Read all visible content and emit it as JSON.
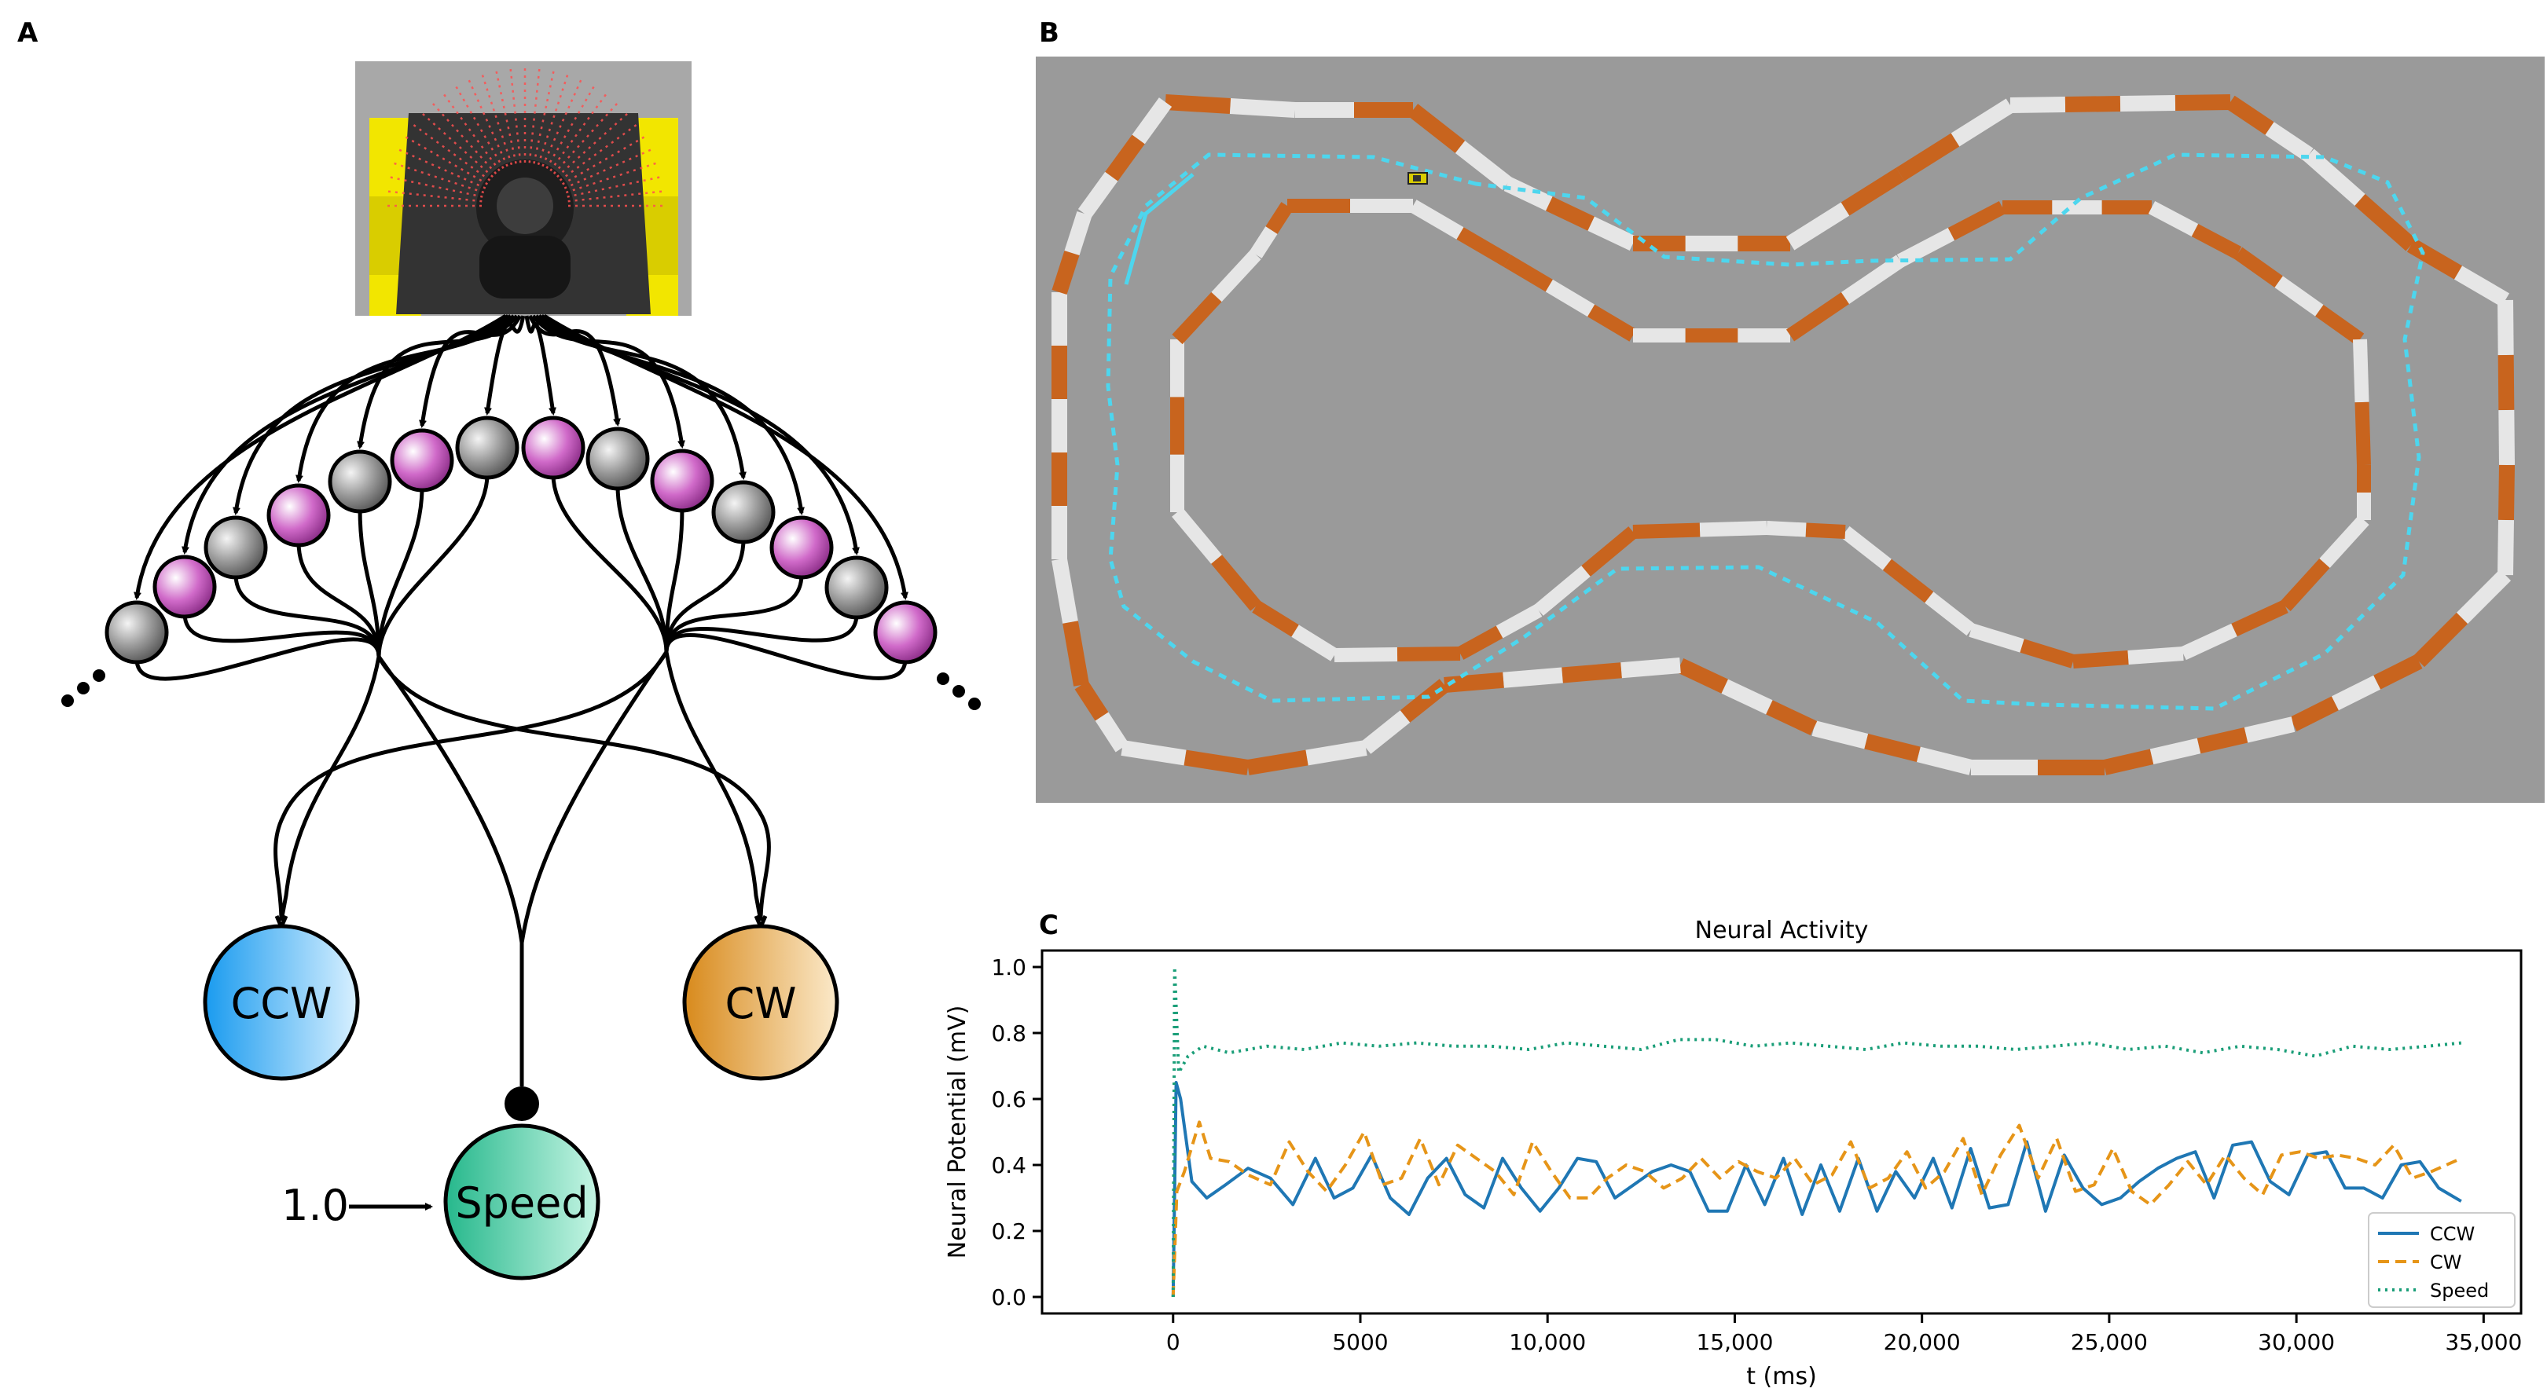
{
  "panels": {
    "a_label": "A",
    "b_label": "B",
    "c_label": "C"
  },
  "network": {
    "ccw_label": "CCW",
    "cw_label": "CW",
    "speed_label": "Speed",
    "bias_input": "1.0",
    "neuron_colors": {
      "excitatory": "#b94fb5",
      "inhibitory": "#8c8c8c",
      "ccw": "#36aaf0",
      "cw": "#e0a030",
      "speed": "#3cc89e"
    }
  },
  "track": {
    "background": "#9a9a9a",
    "barrier_orange": "#c8641e",
    "barrier_white": "#e6e6e6",
    "path_color": "#4dd6ee"
  },
  "chart_data": {
    "type": "line",
    "title": "Neural Activity",
    "xlabel": "t (ms)",
    "ylabel": "Neural Potential (mV)",
    "xlim": [
      -3500,
      36000
    ],
    "ylim": [
      -0.05,
      1.05
    ],
    "xticks": [
      0,
      5000,
      10000,
      15000,
      20000,
      25000,
      30000,
      35000
    ],
    "xtick_labels": [
      "0",
      "5000",
      "10,000",
      "15,000",
      "20,000",
      "25,000",
      "30,000",
      "35,000"
    ],
    "yticks": [
      0.0,
      0.2,
      0.4,
      0.6,
      0.8,
      1.0
    ],
    "ytick_labels": [
      "0.0",
      "0.2",
      "0.4",
      "0.6",
      "0.8",
      "1.0"
    ],
    "legend_position": "lower-right",
    "series": [
      {
        "name": "CCW",
        "color": "#1f77b4",
        "style": "solid",
        "x": [
          0,
          80,
          200,
          500,
          900,
          1400,
          2000,
          2600,
          3200,
          3800,
          4300,
          4800,
          5300,
          5800,
          6300,
          6800,
          7300,
          7800,
          8300,
          8800,
          9300,
          9800,
          10300,
          10800,
          11300,
          11800,
          12300,
          12800,
          13300,
          13800,
          14300,
          14800,
          15300,
          15800,
          16300,
          16800,
          17300,
          17800,
          18300,
          18800,
          19300,
          19800,
          20300,
          20800,
          21300,
          21800,
          22300,
          22800,
          23300,
          23800,
          24300,
          24800,
          25300,
          25800,
          26300,
          26800,
          27300,
          27800,
          28300,
          28800,
          29300,
          29800,
          30300,
          30800,
          31300,
          31800,
          32300,
          32800,
          33300,
          33800,
          34400
        ],
        "y": [
          0.0,
          0.65,
          0.6,
          0.35,
          0.3,
          0.34,
          0.39,
          0.36,
          0.28,
          0.42,
          0.3,
          0.33,
          0.43,
          0.3,
          0.25,
          0.36,
          0.42,
          0.31,
          0.27,
          0.42,
          0.33,
          0.26,
          0.33,
          0.42,
          0.41,
          0.3,
          0.34,
          0.38,
          0.4,
          0.38,
          0.26,
          0.26,
          0.4,
          0.28,
          0.42,
          0.25,
          0.4,
          0.26,
          0.42,
          0.26,
          0.38,
          0.3,
          0.42,
          0.27,
          0.45,
          0.27,
          0.28,
          0.47,
          0.26,
          0.43,
          0.33,
          0.28,
          0.3,
          0.35,
          0.39,
          0.42,
          0.44,
          0.3,
          0.46,
          0.47,
          0.35,
          0.31,
          0.43,
          0.44,
          0.33,
          0.33,
          0.3,
          0.4,
          0.41,
          0.33,
          0.29
        ]
      },
      {
        "name": "CW",
        "color": "#e69518",
        "style": "dashed",
        "x": [
          0,
          100,
          300,
          700,
          1000,
          1500,
          2000,
          2600,
          3100,
          3600,
          4100,
          4600,
          5100,
          5600,
          6100,
          6600,
          7100,
          7600,
          8100,
          8600,
          9100,
          9600,
          10100,
          10600,
          11100,
          11600,
          12100,
          12600,
          13100,
          13600,
          14100,
          14600,
          15100,
          15600,
          16100,
          16600,
          17100,
          17600,
          18100,
          18600,
          19100,
          19600,
          20100,
          20600,
          21100,
          21600,
          22100,
          22600,
          23100,
          23600,
          24100,
          24600,
          25100,
          25600,
          26100,
          26600,
          27100,
          27600,
          28100,
          28600,
          29100,
          29600,
          30100,
          30600,
          31100,
          31600,
          32100,
          32600,
          33100,
          33600,
          34400
        ],
        "y": [
          0.0,
          0.32,
          0.38,
          0.53,
          0.42,
          0.41,
          0.37,
          0.34,
          0.47,
          0.38,
          0.32,
          0.4,
          0.5,
          0.34,
          0.36,
          0.48,
          0.34,
          0.46,
          0.42,
          0.38,
          0.31,
          0.47,
          0.38,
          0.3,
          0.3,
          0.36,
          0.4,
          0.38,
          0.33,
          0.36,
          0.42,
          0.36,
          0.41,
          0.38,
          0.36,
          0.42,
          0.34,
          0.37,
          0.47,
          0.33,
          0.36,
          0.44,
          0.33,
          0.38,
          0.48,
          0.31,
          0.43,
          0.52,
          0.36,
          0.48,
          0.32,
          0.34,
          0.45,
          0.32,
          0.28,
          0.34,
          0.41,
          0.34,
          0.43,
          0.36,
          0.31,
          0.43,
          0.44,
          0.42,
          0.43,
          0.42,
          0.4,
          0.46,
          0.36,
          0.38,
          0.42
        ]
      },
      {
        "name": "Speed",
        "color": "#1a9e78",
        "style": "dotted",
        "x": [
          0,
          40,
          150,
          400,
          800,
          1500,
          2500,
          3500,
          4500,
          5500,
          6500,
          7500,
          8500,
          9500,
          10500,
          11500,
          12500,
          13500,
          14500,
          15500,
          16500,
          17500,
          18500,
          19500,
          20500,
          21500,
          22500,
          23500,
          24500,
          25500,
          26500,
          27500,
          28500,
          29500,
          30500,
          31500,
          32500,
          33500,
          34400
        ],
        "y": [
          0.0,
          1.0,
          0.68,
          0.73,
          0.76,
          0.74,
          0.76,
          0.75,
          0.77,
          0.76,
          0.77,
          0.76,
          0.76,
          0.75,
          0.77,
          0.76,
          0.75,
          0.78,
          0.78,
          0.76,
          0.77,
          0.76,
          0.75,
          0.77,
          0.76,
          0.76,
          0.75,
          0.76,
          0.77,
          0.75,
          0.76,
          0.74,
          0.76,
          0.75,
          0.73,
          0.76,
          0.75,
          0.76,
          0.77
        ]
      }
    ]
  }
}
